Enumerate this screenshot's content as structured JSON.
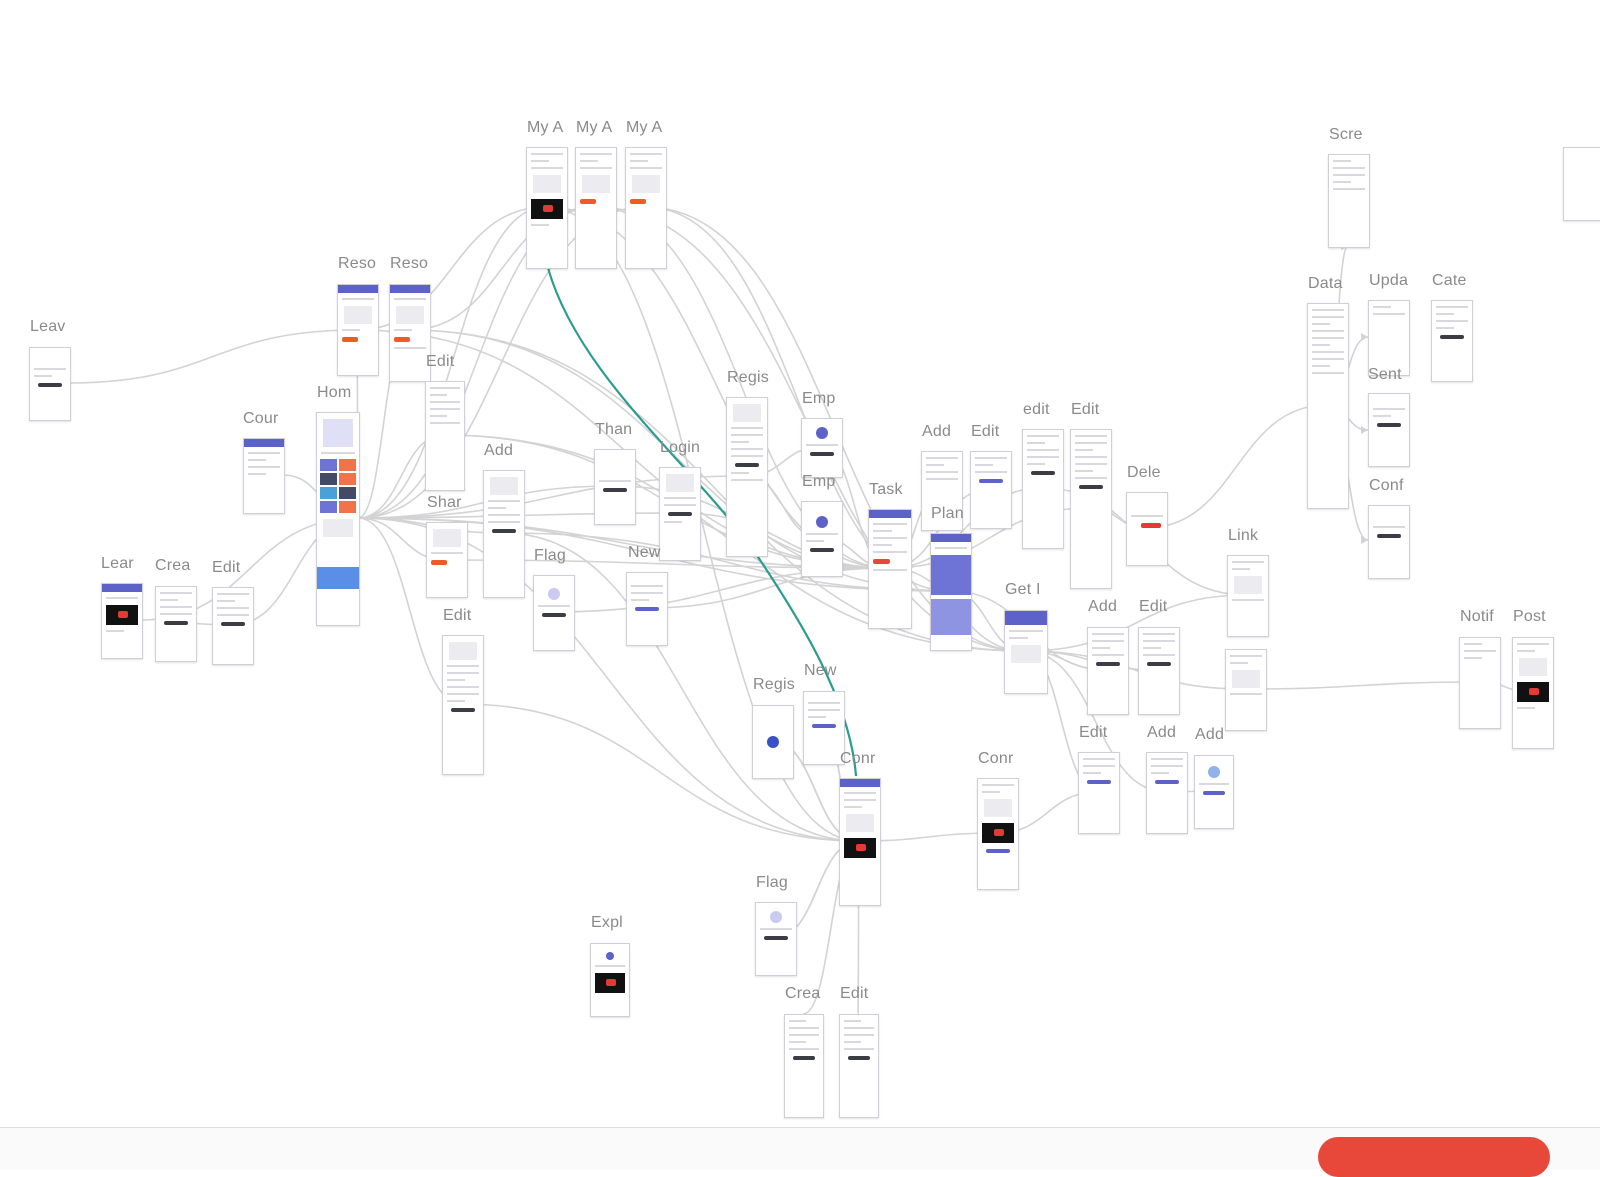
{
  "colors": {
    "canvas": "#ffffff",
    "connector": "#d3d3d3",
    "connector_highlight": "#2a9d8f",
    "accent": "#5c62c8",
    "action_button": "#e8483a"
  },
  "action_button": {
    "label": ""
  },
  "screens": [
    {
      "label": "Leav"
    },
    {
      "label": "Reso"
    },
    {
      "label": "Reso"
    },
    {
      "label": "My A"
    },
    {
      "label": "My A"
    },
    {
      "label": "My A"
    },
    {
      "label": "Scre"
    },
    {
      "label": "Data"
    },
    {
      "label": "Upda"
    },
    {
      "label": "Cate"
    },
    {
      "label": "Sent"
    },
    {
      "label": "Conf"
    },
    {
      "label": "Cour"
    },
    {
      "label": "Hom"
    },
    {
      "label": "Edit"
    },
    {
      "label": "Add"
    },
    {
      "label": "Shar"
    },
    {
      "label": "Than"
    },
    {
      "label": "Login"
    },
    {
      "label": "Regis"
    },
    {
      "label": "Emp"
    },
    {
      "label": "Emp"
    },
    {
      "label": "Task"
    },
    {
      "label": "Add"
    },
    {
      "label": "Edit"
    },
    {
      "label": "edit"
    },
    {
      "label": "Edit"
    },
    {
      "label": "Dele"
    },
    {
      "label": "Plan"
    },
    {
      "label": "Lear"
    },
    {
      "label": "Crea"
    },
    {
      "label": "Edit"
    },
    {
      "label": "Flag"
    },
    {
      "label": "New"
    },
    {
      "label": "Edit"
    },
    {
      "label": "Get I"
    },
    {
      "label": "Add"
    },
    {
      "label": "Edit"
    },
    {
      "label": "Link"
    },
    {
      "label": "Notif"
    },
    {
      "label": "Post"
    },
    {
      "label": "Regis"
    },
    {
      "label": "New"
    },
    {
      "label": "Conr"
    },
    {
      "label": "Conr"
    },
    {
      "label": "Edit"
    },
    {
      "label": "Add"
    },
    {
      "label": "Add"
    },
    {
      "label": "Flag"
    },
    {
      "label": "Expl"
    },
    {
      "label": "Crea"
    },
    {
      "label": "Edit"
    }
  ]
}
